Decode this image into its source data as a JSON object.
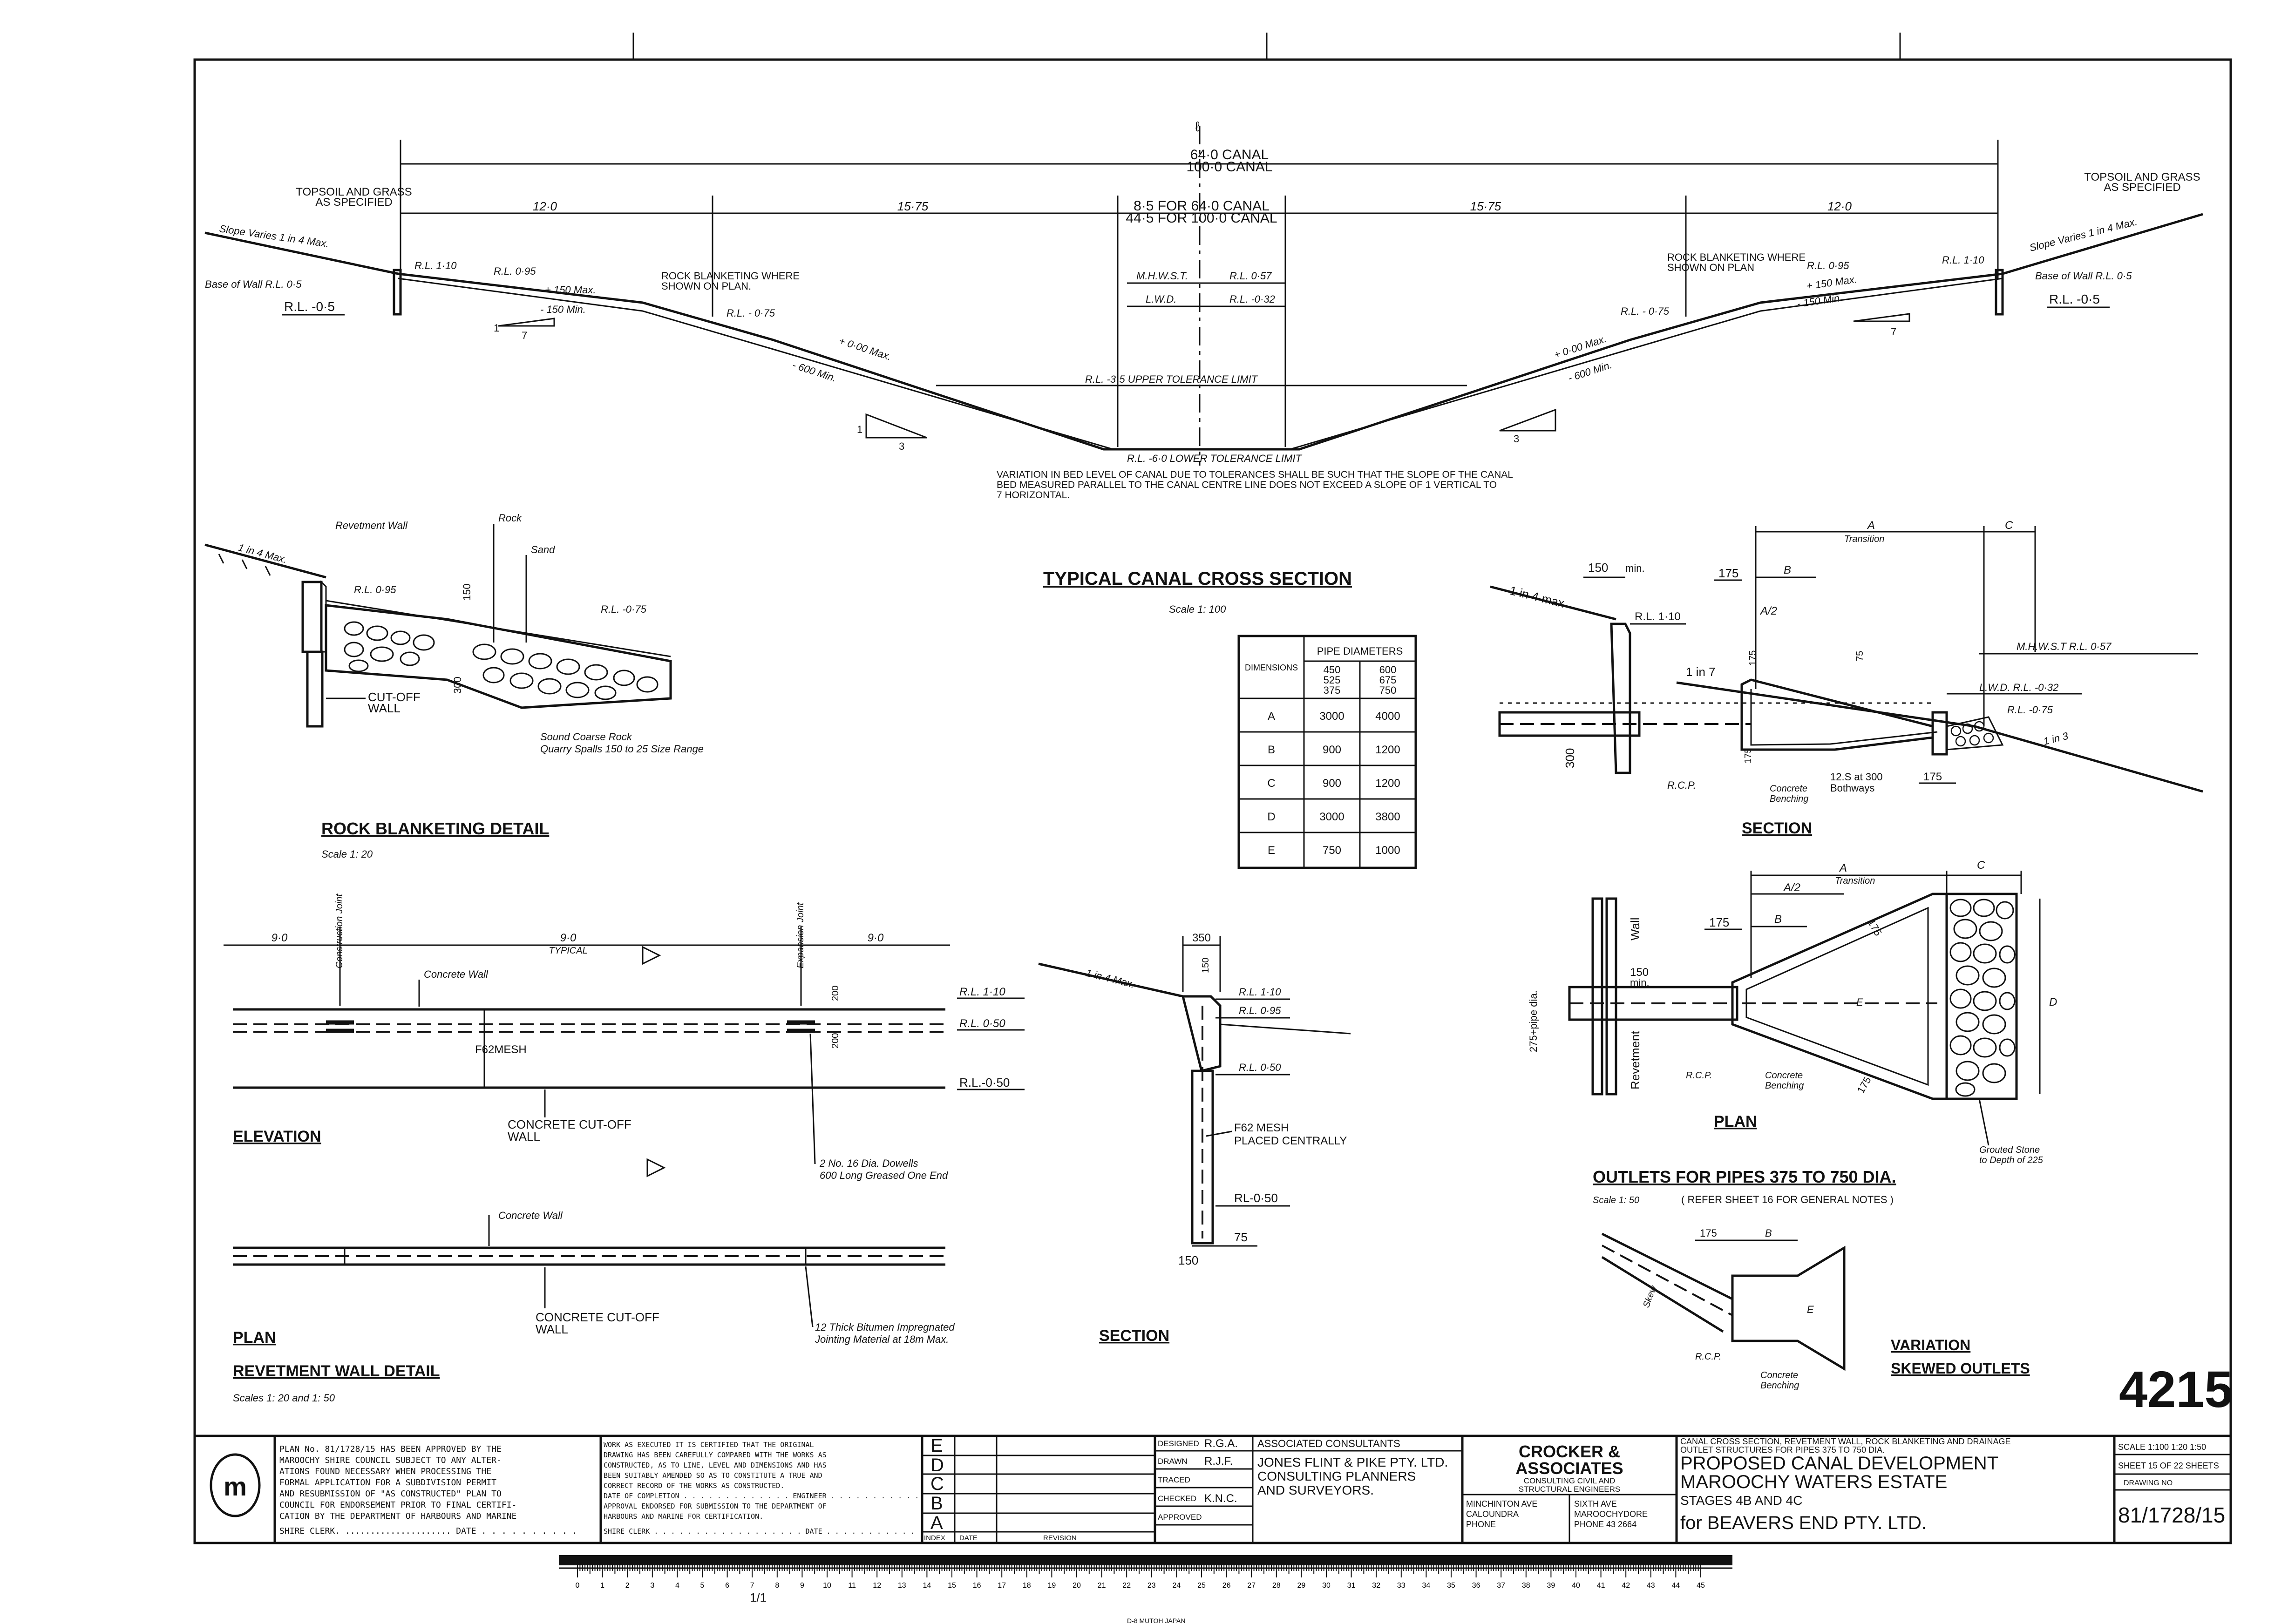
{
  "canal_section": {
    "centreline_mark": "ℓ",
    "widths": [
      "64·0  CANAL",
      "100·0  CANAL"
    ],
    "dims": {
      "left": "12·0",
      "left_mid": "15·75",
      "right_mid": "15·75",
      "right": "12·0"
    },
    "bed_widths": [
      "8·5  FOR  64·0 CANAL",
      "44·5  FOR  100·0 CANAL"
    ],
    "topsoil_left": [
      "TOPSOIL AND GRASS",
      "AS SPECIFIED"
    ],
    "topsoil_right": [
      "TOPSOIL AND GRASS",
      "AS SPECIFIED"
    ],
    "slope_left": "Slope  Varies  1 in 4  Max.",
    "slope_right": "Slope  Varies  1 in 4  Max.",
    "base_left": "Base  of  Wall  R.L. 0·5",
    "base_right": "Base  of  Wall  R.L. 0·5",
    "rl_minus_left": "R.L. -0·5",
    "rl_minus_right": "R.L. -0·5",
    "rl_110_left": "R.L. 1·10",
    "rl_095_left": "R.L. 0·95",
    "rl_110_right": "R.L. 1·10",
    "rl_095_right": "R.L. 0·95",
    "plus150_left": "+ 150  Max.",
    "minus150_left": "- 150  Min.",
    "plus150_right": "+ 150  Max.",
    "minus150_right": "- 150  Min.",
    "rock_left": [
      "ROCK BLANKETING WHERE",
      "SHOWN ON PLAN."
    ],
    "rock_right": [
      "ROCK BLANKETING WHERE",
      "SHOWN ON PLAN"
    ],
    "rl075_left": "R.L. - 0·75",
    "rl075_right": "R.L. - 0·75",
    "mhws": "M.H.W.S.T.",
    "mhws_val": "R.L. 0·57",
    "lwd": "L.W.D.",
    "lwd_val": "R.L. -0·32",
    "plus000_left": "+ 0·00  Max.",
    "minus600_left": "- 600  Min.",
    "plus000_right": "+ 0·00  Max.",
    "minus600_right": "- 600  Min.",
    "upper_tol": "R.L.  -3·5     UPPER    TOLERANCE   LIMIT",
    "lower_tol": "R.L. -6·0  LOWER  TOLERANCE  LIMIT",
    "slope_1_7": "1",
    "slope_7": "7",
    "slope_3": "3",
    "variation_note": [
      "VARIATION IN BED LEVEL OF CANAL DUE TO TOLERANCES SHALL BE SUCH THAT THE SLOPE OF THE CANAL",
      "BED MEASURED PARALLEL TO THE CANAL CENTRE LINE DOES NOT EXCEED A SLOPE OF 1 VERTICAL TO",
      "7 HORIZONTAL."
    ],
    "title": "TYPICAL   CANAL   CROSS   SECTION",
    "scale": "Scale   1: 100"
  },
  "rock_detail": {
    "revetment_wall": "Revetment Wall",
    "rock": "Rock",
    "sand": "Sand",
    "slope": "1 in 4  Max.",
    "rl_095": "R.L. 0·95",
    "rl_075": "R.L. -0·75",
    "dim_150": "150",
    "dim_300": "300",
    "cutoff": [
      "CUT-OFF",
      "WALL"
    ],
    "coarse": [
      "Sound  Coarse  Rock",
      "Quarry  Spalls   150  to  25  Size  Range"
    ],
    "title": "ROCK   BLANKETING    DETAIL",
    "scale": "Scale   1: 20"
  },
  "pipe_table": {
    "header": "PIPE  DIAMETERS",
    "col0": "DIMENSIONS",
    "col1": [
      "450",
      "525",
      "375"
    ],
    "col2": [
      "600",
      "675",
      "750"
    ],
    "rows": [
      {
        "dim": "A",
        "v1": "3000",
        "v2": "4000"
      },
      {
        "dim": "B",
        "v1": "900",
        "v2": "1200"
      },
      {
        "dim": "C",
        "v1": "900",
        "v2": "1200"
      },
      {
        "dim": "D",
        "v1": "3000",
        "v2": "3800"
      },
      {
        "dim": "E",
        "v1": "750",
        "v2": "1000"
      }
    ]
  },
  "elevation": {
    "dim_left": "9·0",
    "dim_mid": "9·0",
    "typical": "TYPICAL",
    "dim_right": "9·0",
    "construction_joint": "Construction Joint",
    "expansion_joint": "Expansion Joint",
    "concrete_wall": "Concrete Wall",
    "mesh": "F62MESH",
    "rl_110": "R.L. 1·10",
    "rl_050": "R.L. 0·50",
    "rl_minus050": "R.L.-0·50",
    "dim_200a": "200",
    "dim_200b": "200",
    "cutoff": [
      "CONCRETE CUT-OFF",
      "WALL"
    ],
    "dowels": [
      "2 No. 16  Dia.  Dowells",
      "600  Long  Greased  One End"
    ],
    "title": "ELEVATION"
  },
  "wall_plan": {
    "concrete_wall": "Concrete Wall",
    "cutoff": [
      "CONCRETE CUT-OFF",
      "WALL"
    ],
    "bitumen": [
      "12 Thick  Bitumen  Impregnated",
      "Jointing  Material  at  18m  Max."
    ],
    "title": "PLAN",
    "detail_title": "REVETMENT   WALL   DETAIL",
    "scale": "Scales   1: 20  and  1: 50"
  },
  "wall_section": {
    "dim_350": "350",
    "dim_150t": "150",
    "slope": "1 in 4  Max.",
    "rl_110": "R.L. 1·10",
    "rl_095": "R.L. 0·95",
    "rl_050": "R.L. 0·50",
    "mesh": [
      "F62 MESH",
      "PLACED CENTRALLY"
    ],
    "rl_minus050": "RL-0·50",
    "dim_75": "75",
    "dim_150b": "150",
    "title": "SECTION"
  },
  "outlet_section": {
    "dim_150min": "150",
    "min": "min.",
    "slope": "1 in 4  max",
    "rl_110": "R.L. 1·10",
    "dim_175a": "175",
    "a_transition": "A",
    "transition": "Transition",
    "c": "C",
    "b": "B",
    "a2": "A/2",
    "mhws": "M.H.W.S.T   R.L. 0·57",
    "lwd": "L.W.D.  R.L. -0·32",
    "rl075": "R.L. -0·75",
    "in7": "1 in 7",
    "dim_175b": "175",
    "dim_75": "75",
    "dim_300": "300",
    "dim_175c": "175",
    "in3": "1 in 3",
    "rcp": "R.C.P.",
    "benching": [
      "Concrete",
      "Benching"
    ],
    "bars": [
      "12.S at 300",
      "Bothways"
    ],
    "dim_175d": "175",
    "title": "SECTION"
  },
  "outlet_plan": {
    "a": "A",
    "transition": "Transition",
    "c": "C",
    "a2": "A/2",
    "b": "B",
    "dim_175a": "175",
    "dim_175b": "175",
    "dim_175c": "175",
    "wall": "Wall",
    "revetment": "Revetment",
    "dim_150": "150",
    "min": "min.",
    "pipe_dia": "275+pipe dia.",
    "e": "E",
    "d": "D",
    "rcp": "R.C.P.",
    "benching": [
      "Concrete",
      "Benching"
    ],
    "grouted": [
      "Grouted  Stone",
      "to  Depth  of  225"
    ],
    "title": "PLAN"
  },
  "outlets": {
    "title": "OUTLETS    FOR  PIPES    375    TO  750  DIA.",
    "scale": "Scale  1: 50",
    "note": "( REFER   SHEET  16   FOR   GENERAL  NOTES )",
    "skew": "Skew",
    "dim_175": "175",
    "b": "B",
    "e": "E",
    "rcp": "R.C.P.",
    "benching": [
      "Concrete",
      "Benching"
    ],
    "variation": "VARIATION",
    "skewed": "SKEWED  OUTLETS"
  },
  "stamp_number": "4215",
  "title_block": {
    "plan_text": [
      "PLAN No.  81/1728/15  HAS  BEEN  APPROVED  BY  THE",
      "MAROOCHY  SHIRE  COUNCIL  SUBJECT  TO  ANY  ALTER-",
      "ATIONS  FOUND  NECESSARY  WHEN  PROCESSING  THE",
      "FORMAL  APPLICATION  FOR  A  SUBDIVISION  PERMIT",
      "AND  RESUBMISSION  OF  \"AS  CONSTRUCTED\"  PLAN  TO",
      "COUNCIL  FOR  ENDORSEMENT  PRIOR  TO  FINAL  CERTIFI-",
      "CATION  BY  THE  DEPARTMENT  OF  HARBOURS  AND  MARINE",
      "SHIRE  CLERK. .....................  DATE . . . . . . . . . ."
    ],
    "cert_text": [
      "WORK AS EXECUTED  IT IS CERTIFIED THAT THE ORIGINAL",
      "DRAWING HAS BEEN CAREFULLY COMPARED WITH THE WORKS AS",
      "CONSTRUCTED, AS TO LINE, LEVEL AND DIMENSIONS AND HAS",
      "BEEN SUITABLY AMENDED SO AS TO CONSTITUTE A TRUE AND",
      "CORRECT RECORD OF THE WORKS AS CONSTRUCTED.",
      "DATE OF COMPLETION . . . . . . . . . . . . . ENGINEER . . . . . . . . . . .",
      "APPROVAL ENDORSED FOR SUBMISSION TO THE DEPARTMENT OF",
      "HARBOURS AND MARINE FOR CERTIFICATION.",
      "SHIRE CLERK . . . . . . . . . . . . . . . . . . DATE . . . . . . . . . . ."
    ],
    "rev_letters": [
      "E",
      "D",
      "C",
      "B",
      "A"
    ],
    "index": "INDEX",
    "date": "DATE",
    "revision": "REVISION",
    "designed": "DESIGNED",
    "designed_val": "R.G.A.",
    "drawn": "DRAWN",
    "drawn_val": "R.J.F.",
    "traced": "TRACED",
    "traced_val": "",
    "checked": "CHECKED",
    "checked_val": "K.N.C.",
    "approved": "APPROVED",
    "assoc": "ASSOCIATED   CONSULTANTS",
    "firm": [
      "JONES FLINT & PIKE PTY. LTD.",
      "CONSULTING PLANNERS",
      "AND SURVEYORS."
    ],
    "crocker": [
      "CROCKER &",
      "ASSOCIATES"
    ],
    "crocker_sub": [
      "CONSULTING  CIVIL  AND",
      "STRUCTURAL  ENGINEERS"
    ],
    "addr1": [
      "MINCHINTON  AVE",
      "CALOUNDRA",
      "PHONE"
    ],
    "addr2": [
      "SIXTH  AVE",
      "MAROOCHYDORE",
      "PHONE  43 2664"
    ],
    "drawing_title": [
      "CANAL  CROSS  SECTION,  REVETMENT  WALL,  ROCK  BLANKETING  AND  DRAINAGE",
      "OUTLET  STRUCTURES  FOR  PIPES   375   TO   750  DIA."
    ],
    "project": [
      "PROPOSED  CANAL  DEVELOPMENT",
      "MAROOCHY  WATERS  ESTATE"
    ],
    "stages": "STAGES  4B  AND  4C",
    "client": "for  BEAVERS  END  PTY.  LTD.",
    "scale": "SCALE 1:100  1:20  1:50",
    "sheet": "SHEET  15  OF  22  SHEETS",
    "drawing_no_label": "DRAWING     NO",
    "drawing_no": "81/1728/15"
  },
  "ruler": {
    "numbers": [
      "0",
      "1",
      "2",
      "3",
      "4",
      "5",
      "6",
      "7",
      "8",
      "9",
      "10",
      "11",
      "12",
      "13",
      "14",
      "15",
      "16",
      "17",
      "18",
      "19",
      "20",
      "21",
      "22",
      "23",
      "24",
      "25",
      "26",
      "27",
      "28",
      "29",
      "30",
      "31",
      "32",
      "33",
      "34",
      "35",
      "36",
      "37",
      "38",
      "39",
      "40",
      "41",
      "42",
      "43",
      "44",
      "45"
    ],
    "frac": "1/1",
    "maker": "D-8  MUTOH  JAPAN"
  }
}
